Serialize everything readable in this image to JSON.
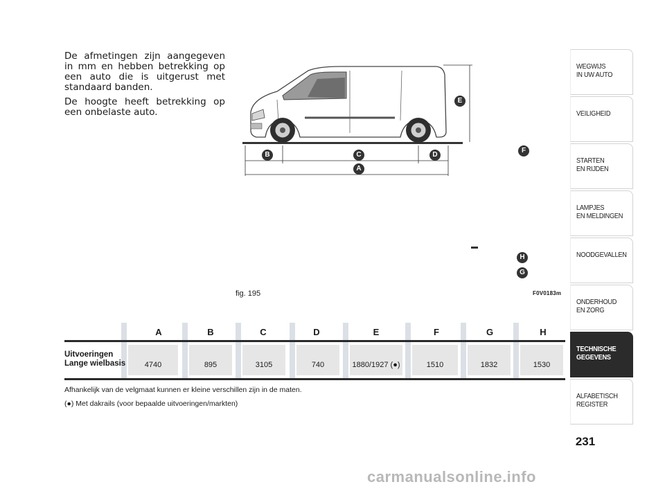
{
  "intro": {
    "paragraph1": "De afmetingen zijn aangegeven in mm en hebben betrekking op een auto die is uitgerust met standaard banden.",
    "paragraph2": "De hoogte heeft betrekking op een onbelaste auto."
  },
  "figure": {
    "caption": "fig. 195",
    "code": "F0V0183m",
    "markers": [
      "A",
      "B",
      "C",
      "D",
      "E",
      "F",
      "G",
      "H"
    ]
  },
  "table": {
    "headers": [
      "A",
      "B",
      "C",
      "D",
      "E",
      "F",
      "G",
      "H"
    ],
    "row_label_line1": "Uitvoeringen",
    "row_label_line2": "Lange wielbasis",
    "values": [
      "4740",
      "895",
      "3105",
      "740",
      "1880/1927 (●)",
      "1510",
      "1832",
      "1530"
    ]
  },
  "notes": {
    "line1": "Afhankelijk van de velgmaat kunnen er kleine verschillen zijn in de maten.",
    "line2": "(●) Met dakrails (voor bepaalde uitvoeringen/markten)"
  },
  "sidebar": {
    "tabs": [
      {
        "label": "WEGWIJS\nIN UW AUTO",
        "active": false
      },
      {
        "label": "VEILIGHEID",
        "active": false
      },
      {
        "label": "STARTEN\nEN RIJDEN",
        "active": false
      },
      {
        "label": "LAMPJES\nEN MELDINGEN",
        "active": false
      },
      {
        "label": "NOODGEVALLEN",
        "active": false
      },
      {
        "label": "ONDERHOUD\nEN ZORG",
        "active": false
      },
      {
        "label": "TECHNISCHE\nGEGEVENS",
        "active": true
      },
      {
        "label": "ALFABETISCH\nREGISTER",
        "active": false
      }
    ]
  },
  "page_number": "231",
  "watermark": "carmanualsonline.info"
}
